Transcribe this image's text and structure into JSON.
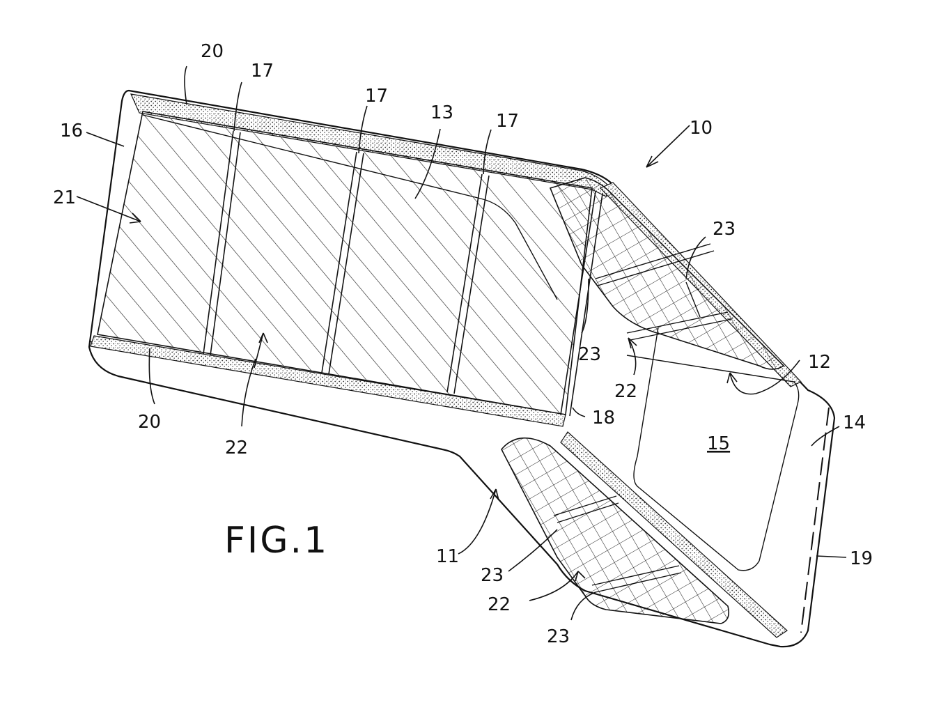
{
  "figure": {
    "title": "FIG.1",
    "labels": {
      "l10": "10",
      "l11": "11",
      "l12": "12",
      "l13": "13",
      "l14": "14",
      "l15": "15",
      "l16": "16",
      "l17a": "17",
      "l17b": "17",
      "l17c": "17",
      "l18": "18",
      "l19": "19",
      "l20a": "20",
      "l20b": "20",
      "l21": "21",
      "l22a": "22",
      "l22b": "22",
      "l22c": "22",
      "l23a": "23",
      "l23b": "23",
      "l23c": "23",
      "l23d": "23"
    }
  }
}
